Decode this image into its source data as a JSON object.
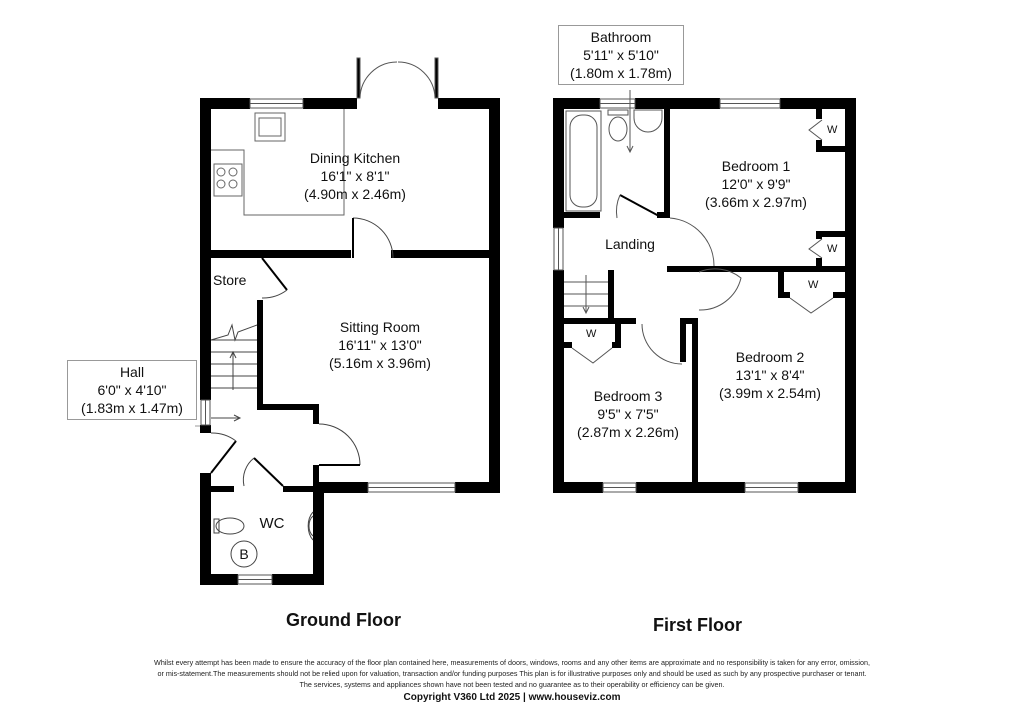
{
  "ground_floor": {
    "title": "Ground Floor",
    "rooms": {
      "dining_kitchen": {
        "name": "Dining Kitchen",
        "imperial": "16'1\" x 8'1\"",
        "metric": "(4.90m x 2.46m)"
      },
      "sitting_room": {
        "name": "Sitting Room",
        "imperial": "16'11\" x 13'0\"",
        "metric": "(5.16m x 3.96m)"
      },
      "store": {
        "name": "Store"
      },
      "hall": {
        "name": "Hall",
        "imperial": "6'0\" x 4'10\"",
        "metric": "(1.83m x 1.47m)"
      },
      "wc": {
        "name": "WC",
        "boiler": "B"
      }
    }
  },
  "first_floor": {
    "title": "First Floor",
    "rooms": {
      "bathroom": {
        "name": "Bathroom",
        "imperial": "5'11\" x 5'10\"",
        "metric": "(1.80m x 1.78m)"
      },
      "bedroom_1": {
        "name": "Bedroom 1",
        "imperial": "12'0\" x 9'9\"",
        "metric": "(3.66m x 2.97m)"
      },
      "landing": {
        "name": "Landing"
      },
      "bedroom_2": {
        "name": "Bedroom 2",
        "imperial": "13'1\" x 8'4\"",
        "metric": "(3.99m x 2.54m)"
      },
      "bedroom_3": {
        "name": "Bedroom 3",
        "imperial": "9'5\" x 7'5\"",
        "metric": "(2.87m x 2.26m)"
      }
    },
    "wardrobe_label": "W"
  },
  "footer": {
    "disclaimer_line1": "Whilst every attempt has been made to ensure the accuracy of the floor plan contained here, measurements of doors, windows, rooms and any other items are approximate and no responsibility is taken for any error, omission,",
    "disclaimer_line2": "or mis-statement.The measurements should not be relied upon for valuation, transaction and/or funding purposes This plan is for illustrative purposes only and should be used as such by any prospective purchaser or tenant.",
    "disclaimer_line3": "The services, systems and appliances shown have not been tested and no guarantee as to their operability or efficiency can be given.",
    "copyright": "Copyright V360 Ltd 2025 | www.houseviz.com"
  }
}
